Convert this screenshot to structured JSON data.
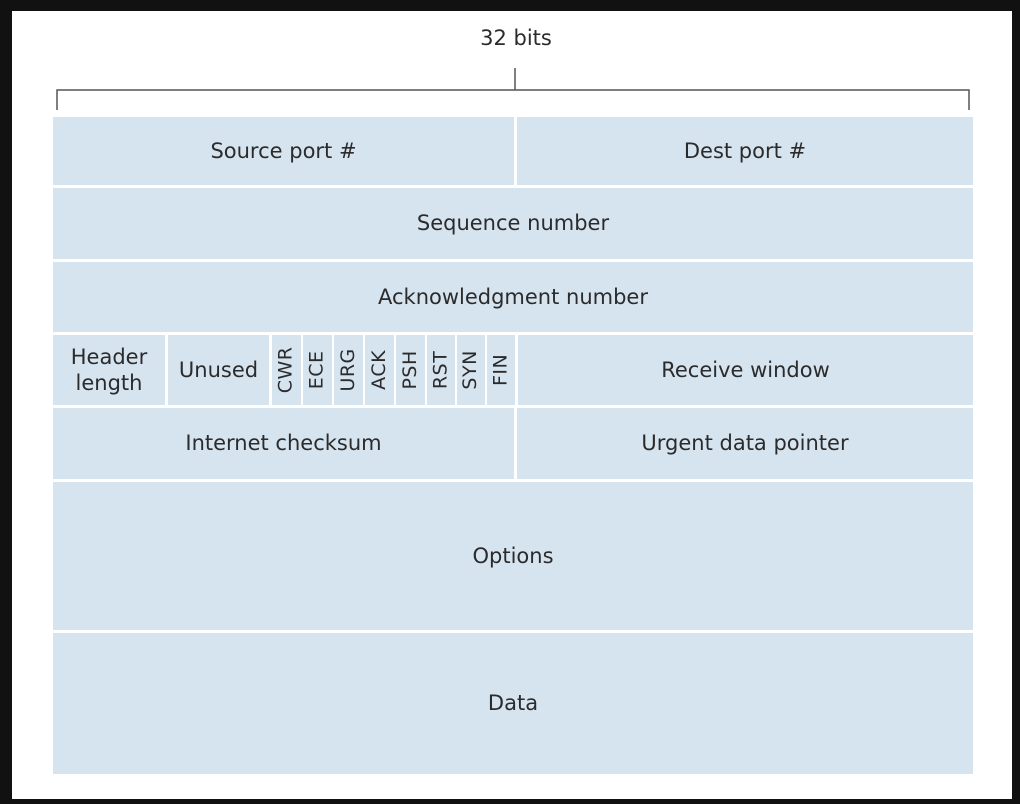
{
  "header": {
    "width_label": "32 bits"
  },
  "rows": {
    "source_port": "Source port #",
    "dest_port": "Dest port #",
    "sequence_number": "Sequence number",
    "ack_number": "Acknowledgment number",
    "header_length": "Header length",
    "unused": "Unused",
    "flags": [
      "CWR",
      "ECE",
      "URG",
      "ACK",
      "PSH",
      "RST",
      "SYN",
      "FIN"
    ],
    "receive_window": "Receive window",
    "internet_checksum": "Internet checksum",
    "urgent_pointer": "Urgent data pointer",
    "options": "Options",
    "data": "Data"
  },
  "colors": {
    "field_fill": "#d6e4f0",
    "background": "#111111",
    "text": "#2b2b2b"
  }
}
